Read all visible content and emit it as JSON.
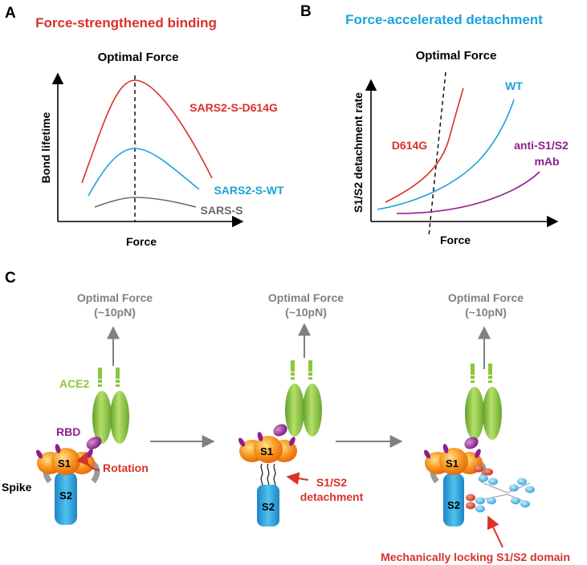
{
  "panel_a": {
    "letter": "A",
    "title": "Force-strengthened binding",
    "subtitle": "Optimal Force",
    "xlabel": "Force",
    "ylabel": "Bond lifetime",
    "series": [
      {
        "name": "SARS2-S-D614G",
        "color": "#d9312b"
      },
      {
        "name": "SARS2-S-WT",
        "color": "#1ba3d8"
      },
      {
        "name": "SARS-S",
        "color": "#6b6b6b"
      }
    ]
  },
  "panel_b": {
    "letter": "B",
    "title": "Force-accelerated detachment",
    "subtitle": "Optimal Force",
    "xlabel": "Force",
    "ylabel": "S1/S2 detachment rate",
    "series": [
      {
        "name": "D614G",
        "color": "#d9312b"
      },
      {
        "name": "WT",
        "color": "#1ba3d8"
      },
      {
        "name": "anti-S1/S2",
        "name_line2": "mAb",
        "color": "#8e1f8e"
      }
    ]
  },
  "panel_c": {
    "letter": "C",
    "force_label_line1": "Optimal Force",
    "force_label_line2": "(~10pN)",
    "ace2_label": "ACE2",
    "rbd_label": "RBD",
    "spike_label": "Spike",
    "s1_label": "S1",
    "s2_label": "S2",
    "rotation_label": "Rotation",
    "detachment_line1": "S1/S2",
    "detachment_line2": "detachment",
    "locking_label": "Mechanically locking S1/S2 domain"
  },
  "colors": {
    "red": "#d9312b",
    "blue": "#1ba3d8",
    "purple": "#8e1f8e",
    "green": "#8cc63f",
    "orange": "#f7941d",
    "gray": "#808080"
  }
}
